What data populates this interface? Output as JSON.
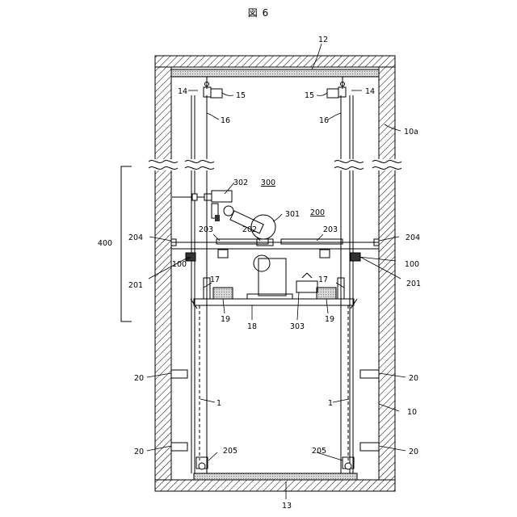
{
  "figure": {
    "title": "図 6",
    "labels": {
      "l12": "12",
      "l14_left": "14",
      "l15_left": "15",
      "l15_right": "15",
      "l14_right": "14",
      "l16_left": "16",
      "l16_right": "16",
      "l10a": "10a",
      "l302": "302",
      "l300": "300",
      "l301": "301",
      "l200": "200",
      "l400": "400",
      "l204_left": "204",
      "l203_left": "203",
      "l202": "202",
      "l203_right": "203",
      "l204_right": "204",
      "l100_left": "100",
      "l100_right": "100",
      "l201_left": "201",
      "l201_right": "201",
      "l17_left": "17",
      "l17_right": "17",
      "l19_left": "19",
      "l18": "18",
      "l303": "303",
      "l19_right": "19",
      "l20_left_upper": "20",
      "l20_right_upper": "20",
      "l1_left": "1",
      "l1_right": "1",
      "l10": "10",
      "l20_left_lower": "20",
      "l20_right_lower": "20",
      "l205_left": "205",
      "l205_right": "205",
      "l13": "13"
    }
  }
}
